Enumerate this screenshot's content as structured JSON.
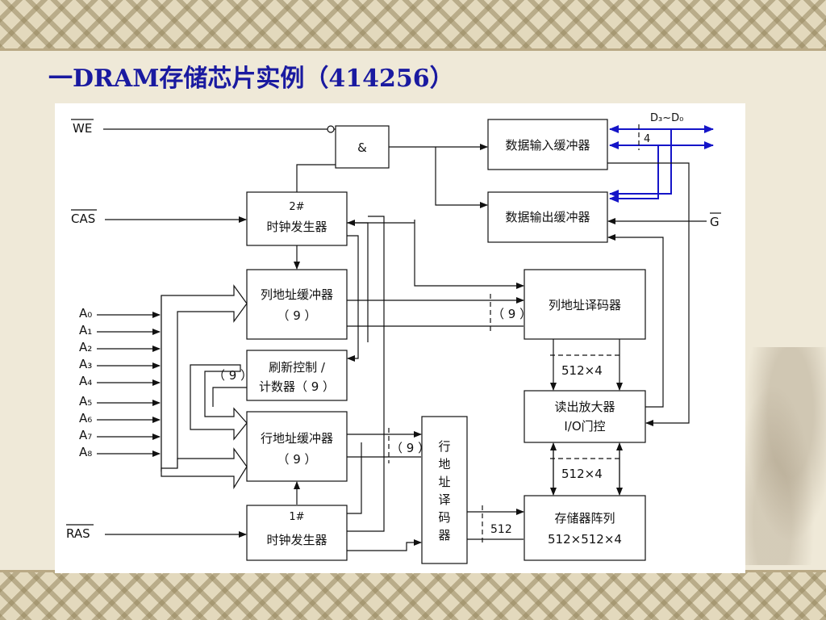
{
  "slide": {
    "title": "一DRAM存储芯片实例（414256）"
  },
  "diagram": {
    "signals": {
      "we": "WE",
      "cas": "CAS",
      "ras": "RAS",
      "g": "G",
      "data_bus": "D₃~D₀",
      "data_width": "4"
    },
    "address_pins": [
      "A₀",
      "A₁",
      "A₂",
      "A₃",
      "A₄",
      "A₅",
      "A₆",
      "A₇",
      "A₈"
    ],
    "blocks": {
      "and_gate": "&",
      "data_input_buffer": "数据输入缓冲器",
      "data_output_buffer": "数据输出缓冲器",
      "clock2_id": "2#",
      "clock2_name": "时钟发生器",
      "col_addr_buffer": "列地址缓冲器",
      "col_addr_buffer_bits": "（ 9 ）",
      "col_addr_decoder": "列地址译码器",
      "refresh_line1": "刷新控制 /",
      "refresh_line2": "计数器（ 9 ）",
      "row_addr_buffer": "行地址缓冲器",
      "row_addr_buffer_bits": "（ 9 ）",
      "clock1_id": "1#",
      "clock1_name": "时钟发生器",
      "row_addr_decoder_chars": [
        "行",
        "地",
        "址",
        "译",
        "码",
        "器"
      ],
      "sense_amp_line1": "读出放大器",
      "sense_amp_line2": "I/O门控",
      "memory_array_line1": "存储器阵列",
      "memory_array_line2": "512×512×4"
    },
    "bus_labels": {
      "col_bus": "（ 9 ）",
      "refresh_bus": "（ 9 ）",
      "row_bus": "（ 9 ）",
      "row_decode_bus": "512",
      "sense_bus": "512×4",
      "array_bus": "512×4"
    }
  }
}
